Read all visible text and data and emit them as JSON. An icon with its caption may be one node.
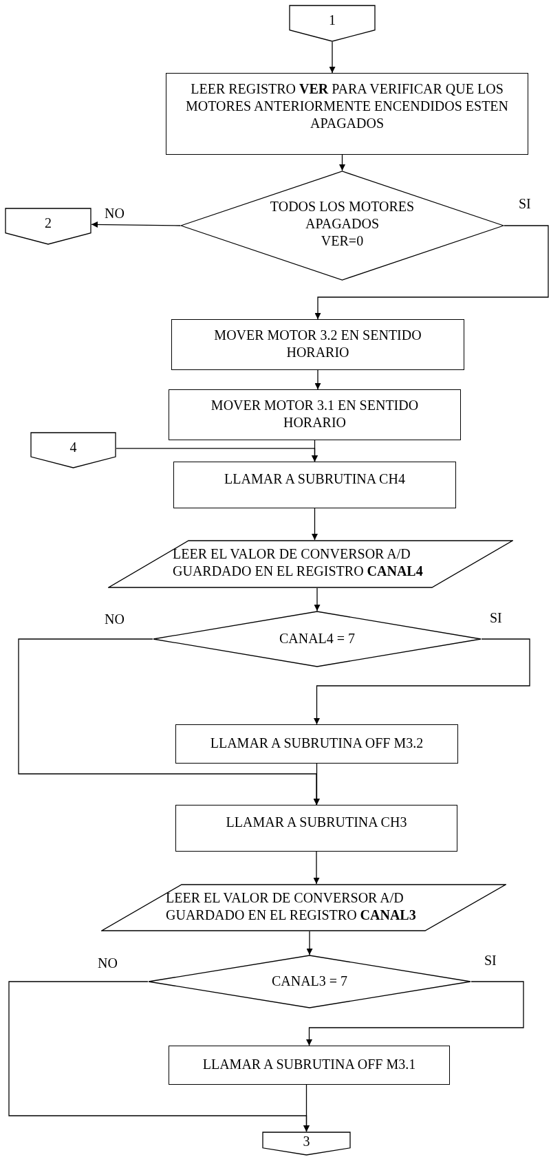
{
  "diagram": {
    "nodes": [
      {
        "text": [
          "1"
        ]
      },
      {
        "text": [
          "LEER REGISTRO **VER** PARA VERIFICAR QUE LOS MOTORES ANTERIORMENTE ENCENDIDOS ESTEN APAGADOS"
        ]
      },
      {
        "text": [
          "TODOS LOS MOTORES APAGADOS",
          "VER=0"
        ]
      },
      {
        "text": [
          "2"
        ]
      },
      {
        "text": [
          "MOVER MOTOR 3.2 EN SENTIDO HORARIO"
        ]
      },
      {
        "text": [
          "MOVER MOTOR 3.1 EN SENTIDO HORARIO"
        ]
      },
      {
        "text": [
          "4"
        ]
      },
      {
        "text": [
          "LLAMAR A SUBRUTINA CH4"
        ]
      },
      {
        "text": [
          "LEER EL VALOR DE CONVERSOR A/D GUARDADO EN EL REGISTRO **CANAL4**"
        ]
      },
      {
        "text": [
          "CANAL4 = 7"
        ]
      },
      {
        "text": [
          "LLAMAR A SUBRUTINA OFF M3.2"
        ]
      },
      {
        "text": [
          "LLAMAR A SUBRUTINA CH3"
        ]
      },
      {
        "text": [
          "LEER EL VALOR DE CONVERSOR A/D GUARDADO EN EL REGISTRO **CANAL3**"
        ]
      },
      {
        "text": [
          "CANAL3 = 7"
        ]
      },
      {
        "text": [
          "LLAMAR A SUBRUTINA OFF M3.1"
        ]
      },
      {
        "text": [
          "3"
        ]
      }
    ],
    "edges": [
      {
        "from": 0,
        "to": 1,
        "arrow": "to"
      },
      {
        "from": 1,
        "to": 2,
        "arrow": "to"
      },
      {
        "from": 2,
        "to": 3,
        "arrow": "to",
        "label": "NO"
      },
      {
        "from": 2,
        "to": 4,
        "arrow": "to",
        "label": "SI"
      },
      {
        "from": 4,
        "to": 5,
        "arrow": "to"
      },
      {
        "from": 5,
        "to": 7,
        "arrow": "to"
      },
      {
        "from": 6,
        "to": 7,
        "arrow": "to"
      },
      {
        "from": 7,
        "to": 8,
        "arrow": "to"
      },
      {
        "from": 8,
        "to": 9,
        "arrow": "to"
      },
      {
        "from": 9,
        "to": 10,
        "arrow": "to",
        "label": "SI"
      },
      {
        "from": 9,
        "to": 11,
        "arrow": "to",
        "label": "NO"
      },
      {
        "from": 10,
        "to": 11,
        "arrow": "to"
      },
      {
        "from": 11,
        "to": 12,
        "arrow": "to"
      },
      {
        "from": 12,
        "to": 13,
        "arrow": "to"
      },
      {
        "from": 13,
        "to": 14,
        "arrow": "to",
        "label": "SI"
      },
      {
        "from": 13,
        "to": 15,
        "arrow": "to",
        "label": "NO"
      },
      {
        "from": 14,
        "to": 15,
        "arrow": "to"
      }
    ]
  }
}
